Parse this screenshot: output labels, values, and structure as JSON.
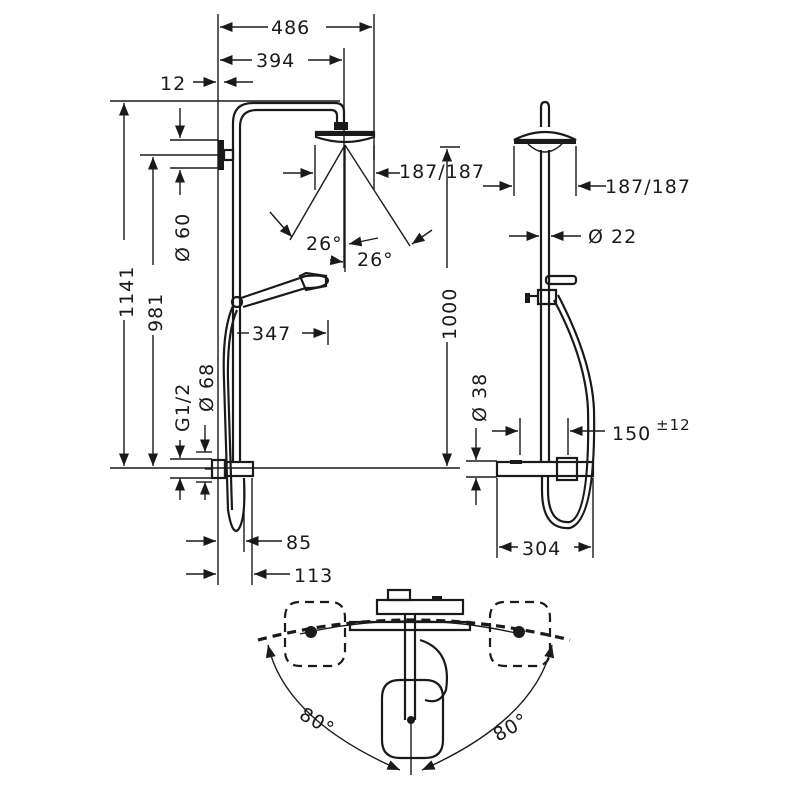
{
  "figure": {
    "width_486": "486",
    "width_394": "394",
    "offset_12": "12",
    "height_1141": "1141",
    "height_981": "981",
    "diameter_60": "Ø 60",
    "spray_187_side": "187/187",
    "angle_26_left": "26°",
    "angle_26_right": "26°",
    "height_1000": "1000",
    "reach_347": "347",
    "thread_g12": "G1/2",
    "diameter_68": "Ø 68",
    "wall_85": "85",
    "wall_113": "113",
    "spray_187_front": "187/187",
    "diameter_22": "Ø 22",
    "diameter_38": "Ø 38",
    "spacing_150": "150",
    "tolerance_12": "±12",
    "width_304": "304",
    "rotation_80_left": "80°",
    "rotation_80_right": "80°"
  },
  "colors": {
    "line": "#1a1a1a",
    "background": "#ffffff"
  }
}
